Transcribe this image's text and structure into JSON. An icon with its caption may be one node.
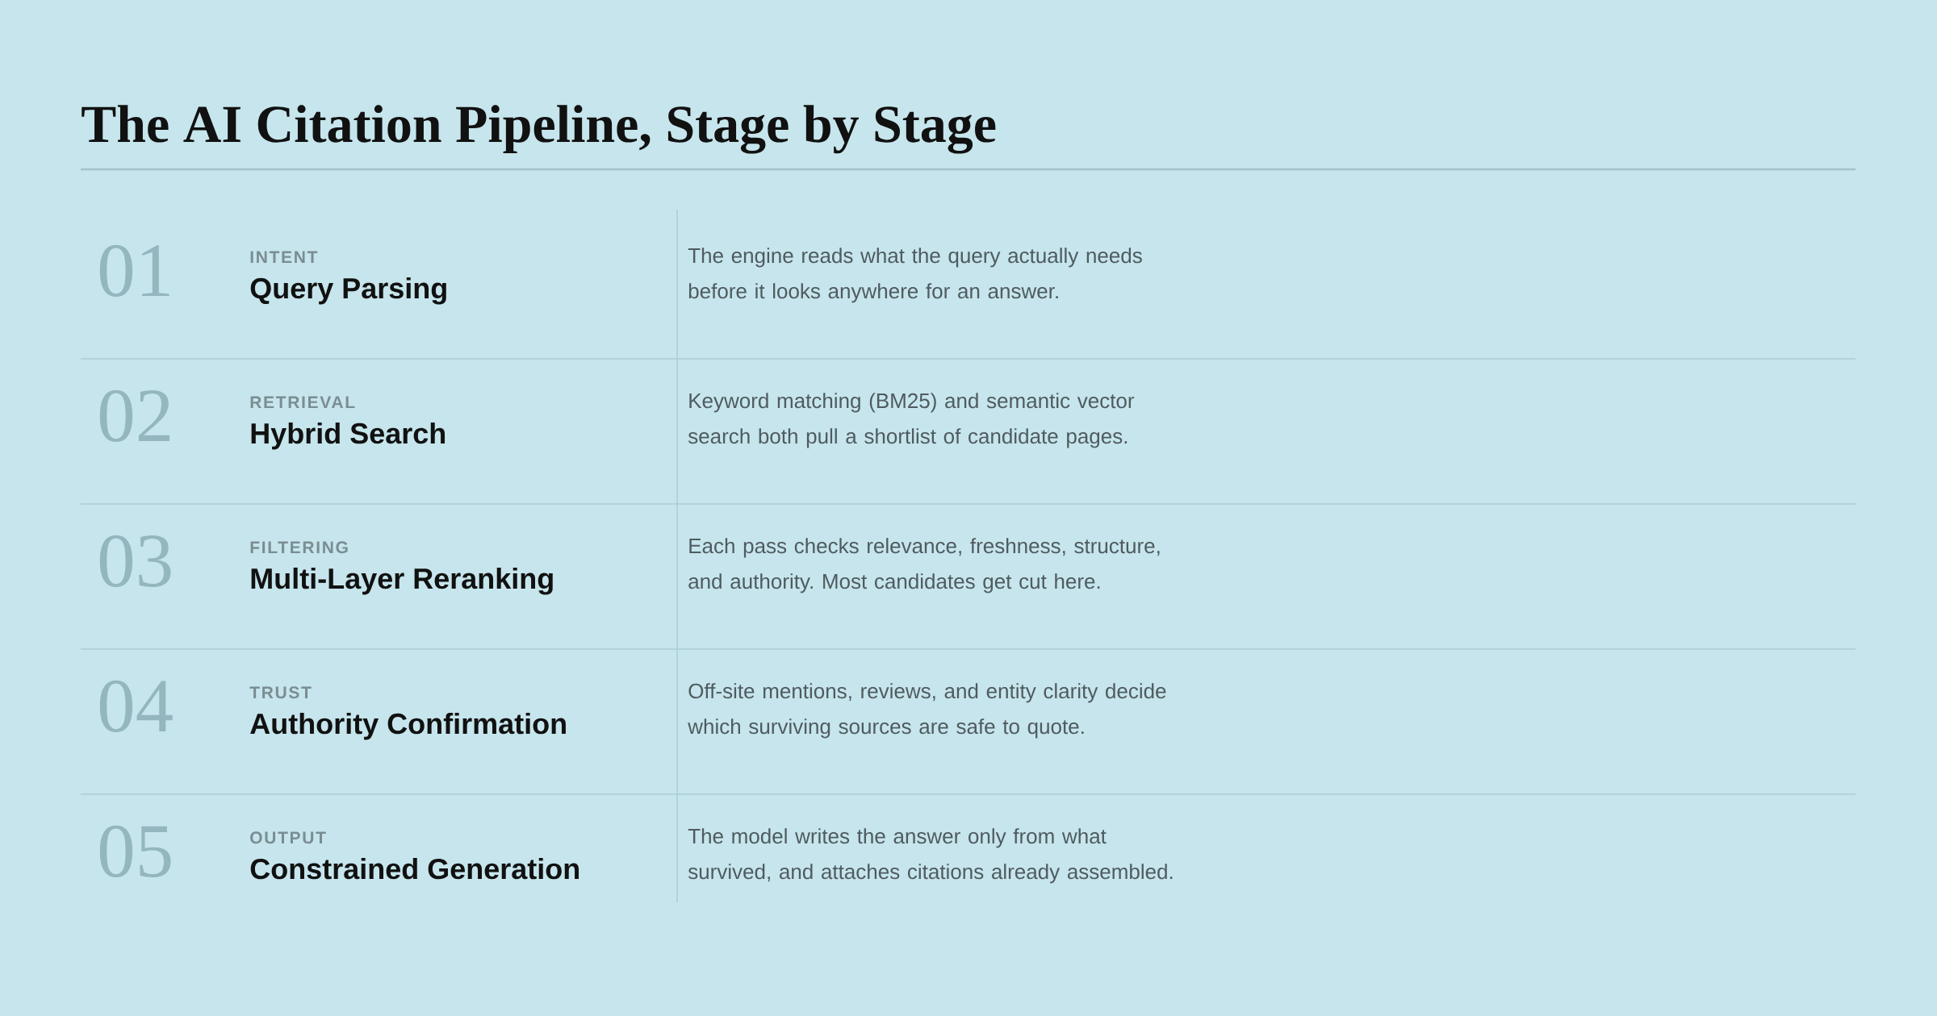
{
  "diagram": {
    "title": "The AI Citation Pipeline, Stage by Stage",
    "labels": [
      "01",
      "INTENT",
      "Query Parsing",
      "The engine reads what the query actually needs before it looks anywhere for an answer.",
      "02",
      "RETRIEVAL",
      "Hybrid Search",
      "Keyword matching (BM25) and semantic vector search both pull a shortlist of candidate pages.",
      "03",
      "FILTERING",
      "Multi-Layer Reranking",
      "Each pass checks relevance, freshness, structure, and authority. Most candidates get cut here.",
      "04",
      "TRUST",
      "Authority Confirmation",
      "Off-site mentions, reviews, and entity clarity decide which surviving sources are safe to quote.",
      "05",
      "OUTPUT",
      "Constrained Generation",
      "The model writes the answer only from what survived, and attaches citations already assembled."
    ]
  }
}
